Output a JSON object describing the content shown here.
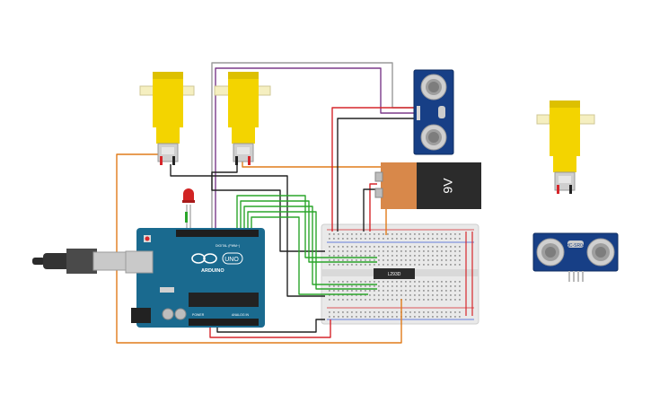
{
  "arduino": {
    "brand": "ARDUINO",
    "model": "UNO",
    "digital_header": "DIGITAL (PWM~)",
    "power_header": "POWER",
    "analog_header": "ANALOG IN"
  },
  "battery": {
    "label": "9V"
  },
  "driver_ic": {
    "label": "L293D"
  },
  "sensor_right": {
    "label": "HC-SR04"
  },
  "colors": {
    "motor_yellow": "#f3d400",
    "wire_orange": "#e07b1a",
    "wire_red": "#d6262b",
    "wire_green": "#2aa52a",
    "wire_purple": "#7b3a8a",
    "wire_gray": "#9a9a9a",
    "wire_black": "#222222",
    "board_blue": "#1a6a8f",
    "sensor_blue": "#173f86",
    "battery_black": "#2b2b2b",
    "battery_copper": "#d8884a"
  }
}
